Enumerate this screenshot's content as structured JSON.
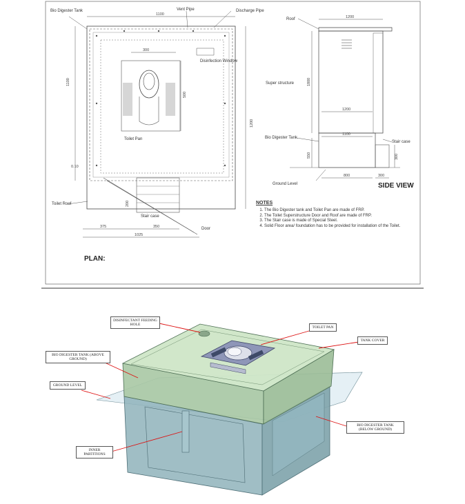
{
  "plan": {
    "labels": {
      "bio_digester_tank": "Bio Digester Tank",
      "vent_pipe": "Vent Pipe",
      "discharge_pipe": "Discharge Pipe",
      "disinfection_window": "Disinfection Window",
      "toilet_pan": "Toilet Pan",
      "toilet_roof": "Toilet Roof",
      "stair_case": "Stair case",
      "door": "Door",
      "title": "PLAN:"
    },
    "dims": {
      "top": "1100",
      "left": "1100",
      "right": "1200",
      "pan_width": "300",
      "pan_height": "500",
      "small": "0.10",
      "stair_h": "200",
      "bottom_left": "375",
      "bottom_mid": "350",
      "bottom_total": "1025"
    }
  },
  "side": {
    "labels": {
      "roof": "Roof",
      "super_structure": "Super structure",
      "bio_digester_tank": "Bio Digester Tank",
      "stair_case": "Stair case",
      "ground_level": "Ground Level",
      "title": "SIDE VIEW"
    },
    "dims": {
      "top": "1200",
      "height": "1800",
      "inner": "1200",
      "tank": "1100",
      "depth": "550",
      "base": "800",
      "stair": "300",
      "stair_w": "300"
    }
  },
  "notes": {
    "title": "NOTES",
    "items": [
      "The Bio Digester tank and Toilet Pan are made of FRP.",
      "The Toilet Superstructure Door and Roof are made of FRP.",
      "The Stair case is made of Special Steel.",
      "Solid Floor area/ foundation has to be provided for installation of the Toilet."
    ]
  },
  "iso": {
    "callouts": {
      "disinfectant": "Disinfectant Feeding Hole",
      "toilet_pan": "Toilet Pan",
      "tank_cover": "Tank Cover",
      "tank_above": "Bio Digester Tank (Above Ground)",
      "ground_level": "Ground Level",
      "tank_below": "Bio Digester Tank (Below Ground)",
      "inner_partitions": "Inner Partitions"
    }
  }
}
